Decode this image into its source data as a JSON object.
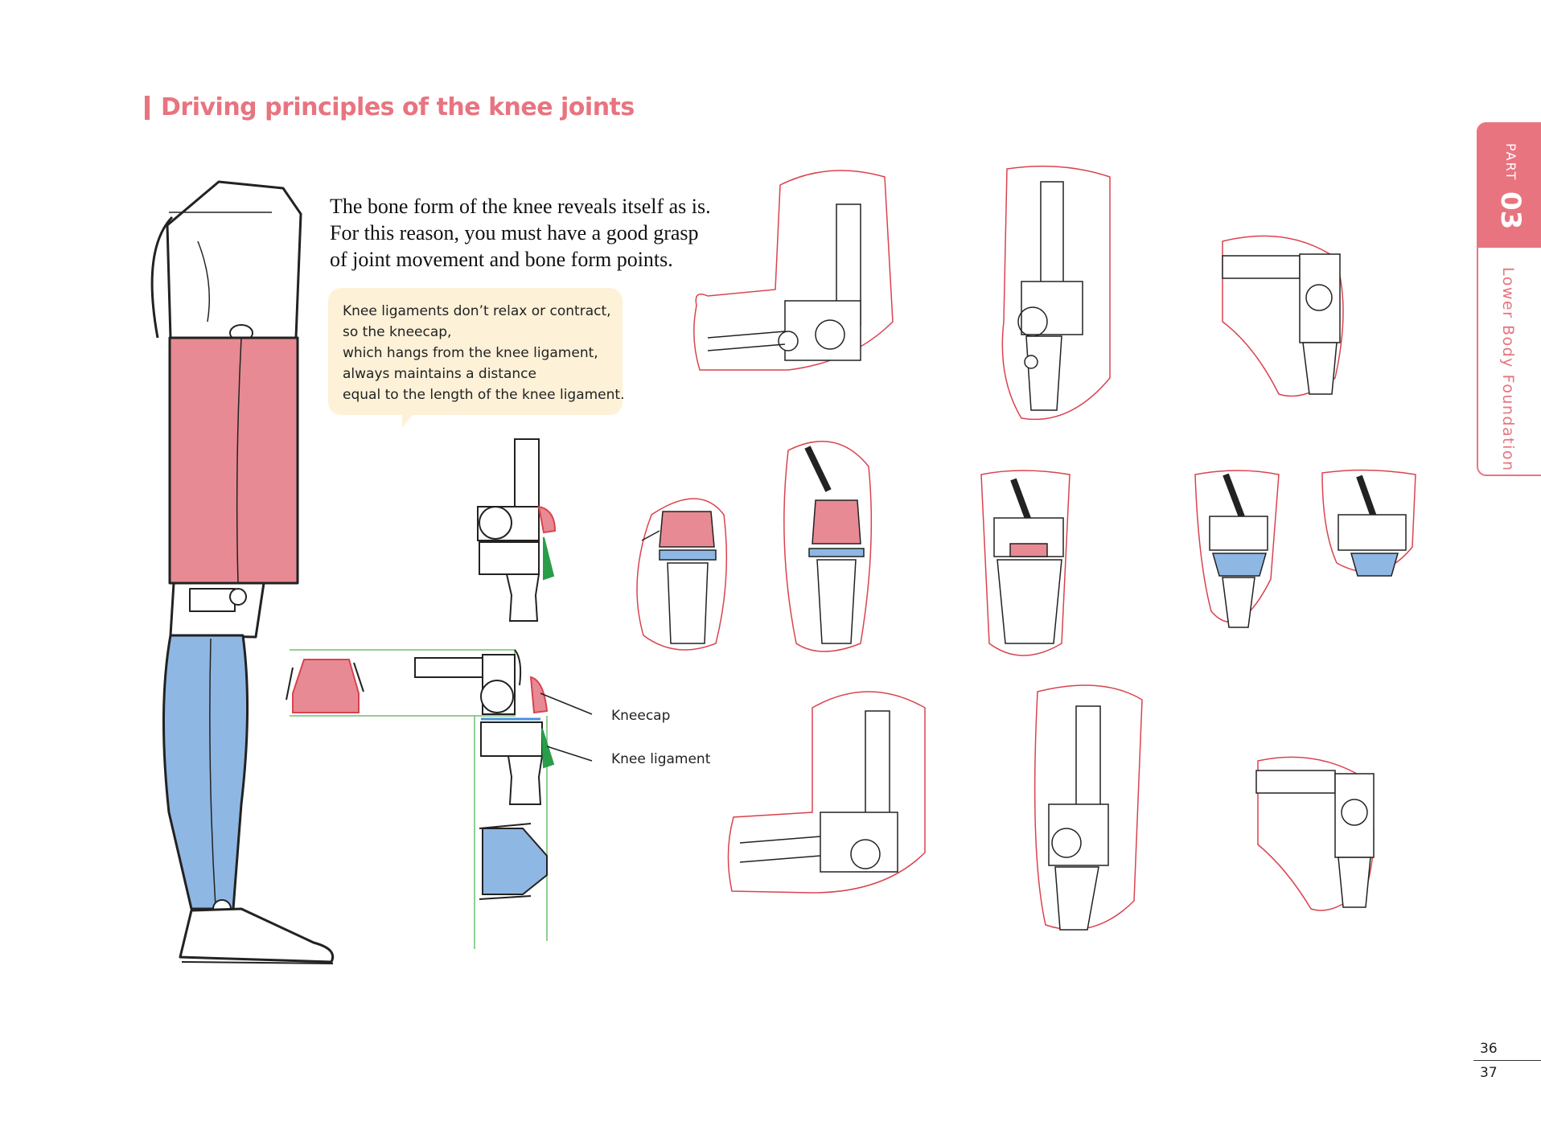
{
  "heading": {
    "title": "Driving principles of the knee joints"
  },
  "intro": {
    "lines": [
      "The bone form of the knee reveals itself as is.",
      "For this reason, you must have a good grasp",
      "of joint movement and bone form points."
    ]
  },
  "callout": {
    "lines": [
      "Knee ligaments don’t relax or contract,",
      "so the kneecap,",
      "which hangs from the knee ligament,",
      "always maintains a distance",
      "equal to the length of the knee ligament."
    ]
  },
  "labels": {
    "kneecap": "Kneecap",
    "knee_ligament": "Knee ligament"
  },
  "side_tab": {
    "part_word": "PART",
    "part_number": "03",
    "section": "Lower Body Foundation"
  },
  "page_numbers": {
    "left": "36",
    "right": "37"
  },
  "colors": {
    "accent": "#e8747f",
    "thigh_fill": "#e78a93",
    "shin_fill": "#8fb7e3",
    "ligament": "#2a9d4a",
    "callout_bg": "#fdf1d8",
    "sketch_line": "#d9434f"
  }
}
